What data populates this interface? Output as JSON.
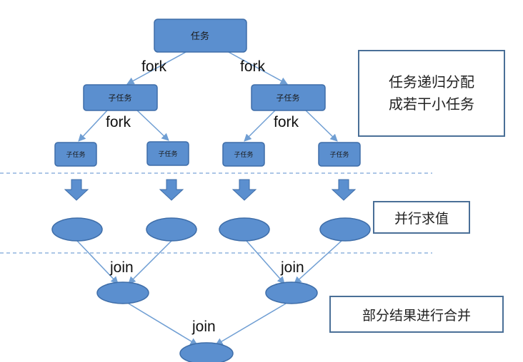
{
  "colors": {
    "node_fill": "#5b8fcf",
    "node_stroke": "#3e6da8",
    "edge": "#6f9ed3",
    "divider": "#8fb4de",
    "note_border": "#4a6f97"
  },
  "tree": {
    "root": "任务",
    "level1": [
      "子任务",
      "子任务"
    ],
    "level2": [
      "子任务",
      "子任务",
      "子任务",
      "子任务"
    ],
    "fork_label": "fork",
    "join_label": "join"
  },
  "notes": {
    "split": "任务递归分配\n成若干小任务",
    "evaluate": "并行求值",
    "merge": "部分结果进行合并"
  }
}
